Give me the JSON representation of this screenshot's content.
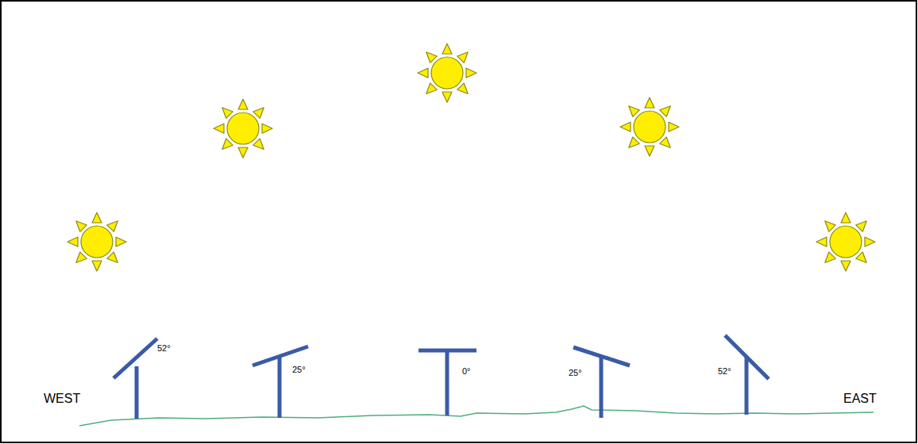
{
  "diagram": {
    "labels": [
      "52°",
      "25°",
      "0°",
      "25°",
      "52°",
      "WEST",
      "EAST"
    ]
  }
}
